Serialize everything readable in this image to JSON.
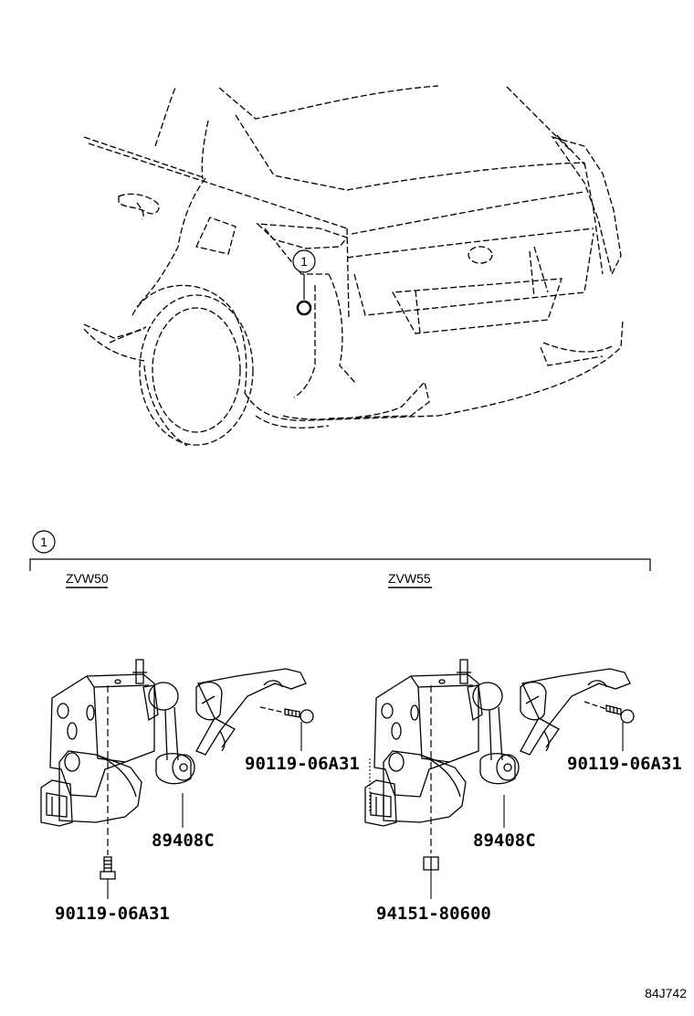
{
  "callout": {
    "number": "1"
  },
  "section": {
    "number": "1"
  },
  "variants": [
    {
      "model": "ZVW50",
      "sensor_part": "89408C",
      "upper_bolt": "90119-06A31",
      "lower_fastener": "90119-06A31"
    },
    {
      "model": "ZVW55",
      "sensor_part": "89408C",
      "upper_bolt": "90119-06A31",
      "lower_fastener": "94151-80600"
    }
  ],
  "diagram_code": "84J742"
}
